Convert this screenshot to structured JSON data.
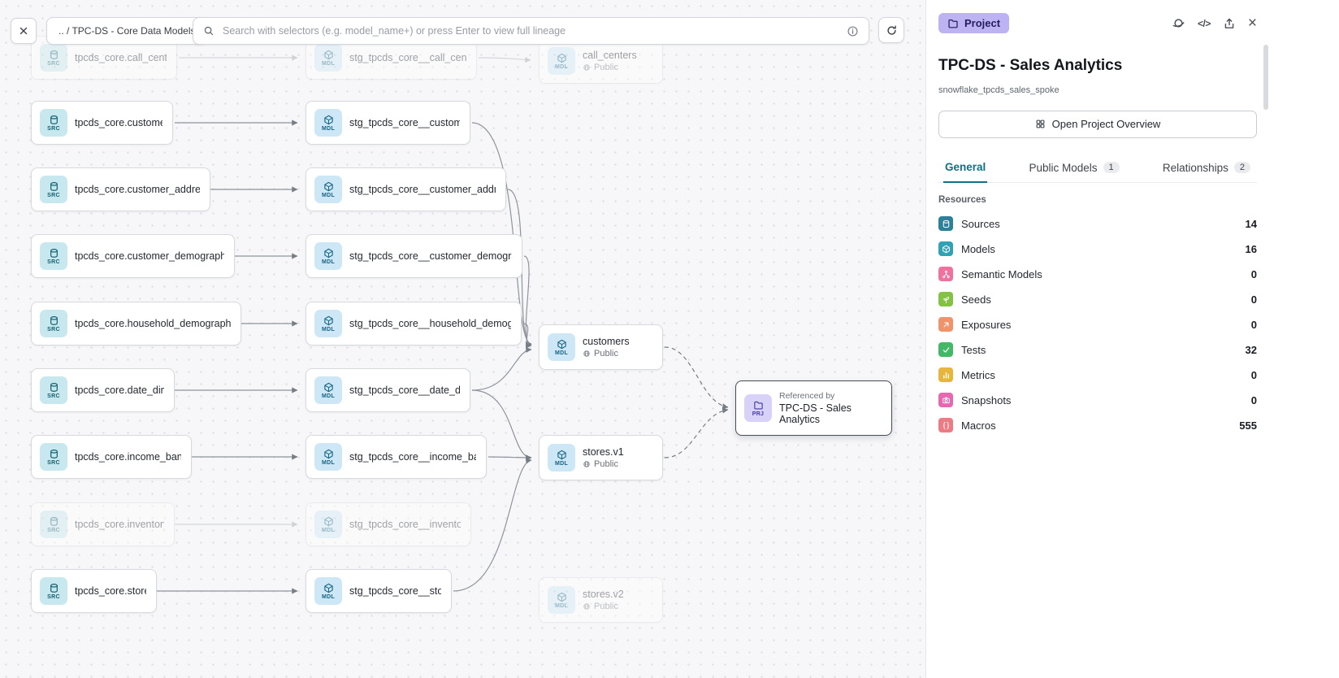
{
  "toolbar": {
    "breadcrumb": ".. / TPC-DS - Core Data Models",
    "search_placeholder": "Search with selectors (e.g. model_name+) or press Enter to view full lineage"
  },
  "badges": {
    "src": "SRC",
    "mdl": "MDL",
    "prj": "PRJ"
  },
  "canvas": {
    "rows": [
      {
        "source": "tpcds_core.call_center",
        "model": "stg_tpcds_core__call_center"
      },
      {
        "source": "tpcds_core.customer",
        "model": "stg_tpcds_core__customer"
      },
      {
        "source": "tpcds_core.customer_address",
        "model": "stg_tpcds_core__customer_address"
      },
      {
        "source": "tpcds_core.customer_demographics",
        "model": "stg_tpcds_core__customer_demogra…"
      },
      {
        "source": "tpcds_core.household_demographics",
        "model": "stg_tpcds_core__household_demogr…"
      },
      {
        "source": "tpcds_core.date_dim",
        "model": "stg_tpcds_core__date_dim"
      },
      {
        "source": "tpcds_core.income_band",
        "model": "stg_tpcds_core__income_band"
      },
      {
        "source": "tpcds_core.inventory",
        "model": "stg_tpcds_core__inventory"
      },
      {
        "source": "tpcds_core.store",
        "model": "stg_tpcds_core__store"
      }
    ],
    "public_nodes": [
      {
        "name": "call_centers",
        "visibility": "Public"
      },
      {
        "name": "customers",
        "visibility": "Public"
      },
      {
        "name": "stores.v1",
        "visibility": "Public"
      },
      {
        "name": "stores.v2",
        "visibility": "Public"
      }
    ],
    "referenced": {
      "label": "Referenced by",
      "name": "TPC-DS - Sales Analytics"
    }
  },
  "panel": {
    "badge_label": "Project",
    "icons": {
      "code": "</>",
      "close": "×"
    },
    "title": "TPC-DS - Sales Analytics",
    "subtitle": "snowflake_tpcds_sales_spoke",
    "overview_button": "Open Project Overview",
    "tabs": [
      {
        "label": "General"
      },
      {
        "label": "Public Models",
        "count": "1"
      },
      {
        "label": "Relationships",
        "count": "2"
      }
    ],
    "resources_heading": "Resources",
    "resources": [
      {
        "label": "Sources",
        "count": "14",
        "color": "#2a8199"
      },
      {
        "label": "Models",
        "count": "16",
        "color": "#2fa3b5"
      },
      {
        "label": "Semantic Models",
        "count": "0",
        "color": "#f0709e"
      },
      {
        "label": "Seeds",
        "count": "0",
        "color": "#84c244"
      },
      {
        "label": "Exposures",
        "count": "0",
        "color": "#f0926a"
      },
      {
        "label": "Tests",
        "count": "32",
        "color": "#43b968"
      },
      {
        "label": "Metrics",
        "count": "0",
        "color": "#e7b43c"
      },
      {
        "label": "Snapshots",
        "count": "0",
        "color": "#e668b0"
      },
      {
        "label": "Macros",
        "count": "555",
        "color": "#ee7b84"
      }
    ]
  },
  "accent_colors": {
    "tab_active": "#0d7285",
    "project_badge_bg": "#bdb3f2"
  }
}
